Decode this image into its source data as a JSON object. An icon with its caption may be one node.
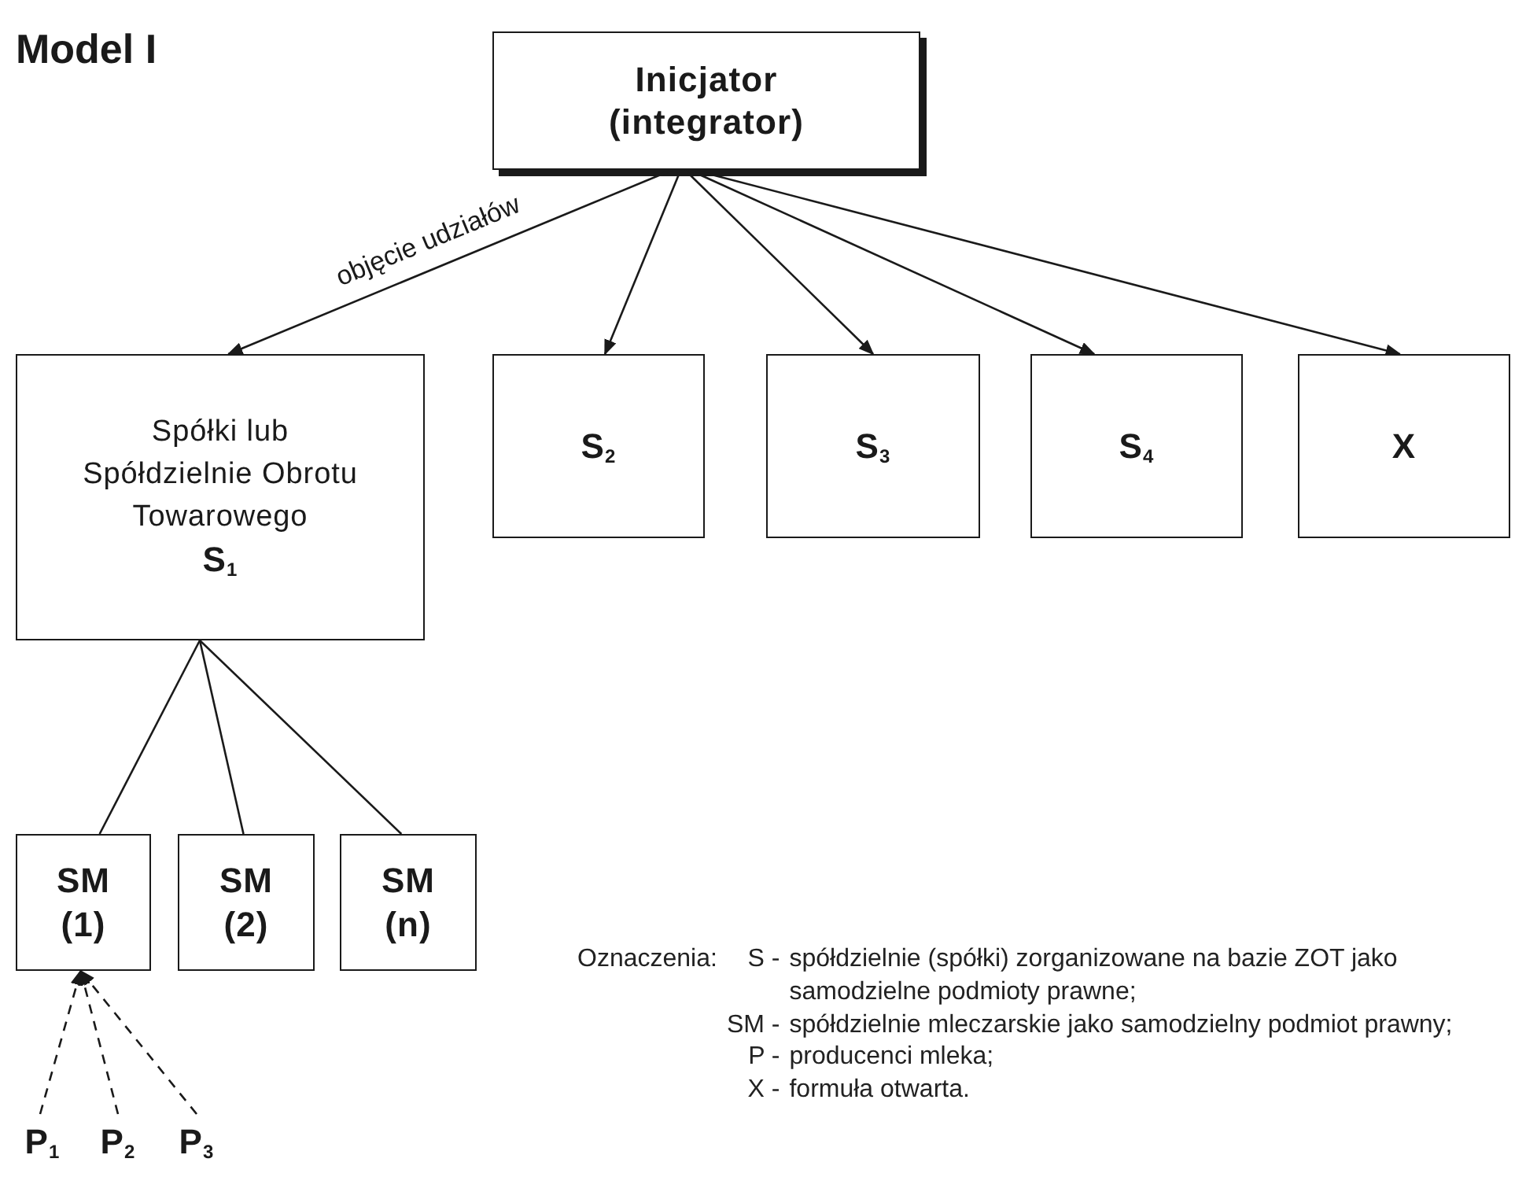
{
  "diagram": {
    "title": "Model I",
    "nodes": [
      {
        "text": [
          "Inicjator (integrator)"
        ]
      },
      {
        "text": [
          "Spółki lub Spółdzielnie Obrotu Towarowego",
          "S$_{1}$"
        ]
      },
      {
        "text": [
          "S$_{2}$"
        ]
      },
      {
        "text": [
          "S$_{3}$"
        ]
      },
      {
        "text": [
          "S$_{4}$"
        ]
      },
      {
        "text": [
          "X"
        ]
      },
      {
        "text": [
          "SM (1)"
        ]
      },
      {
        "text": [
          "SM (2)"
        ]
      },
      {
        "text": [
          "SM (n)"
        ]
      },
      {
        "text": [
          "P$_{1}$"
        ]
      },
      {
        "text": [
          "P$_{2}$"
        ]
      },
      {
        "text": [
          "P$_{3}$"
        ]
      }
    ],
    "edges": [
      {
        "from": 0,
        "to": 1,
        "arrow": "to",
        "label": "objęcie udziałów"
      },
      {
        "from": 0,
        "to": 2,
        "arrow": "to"
      },
      {
        "from": 0,
        "to": 3,
        "arrow": "to"
      },
      {
        "from": 0,
        "to": 4,
        "arrow": "to"
      },
      {
        "from": 0,
        "to": 5,
        "arrow": "to"
      },
      {
        "from": 1,
        "to": 6,
        "arrow": "none"
      },
      {
        "from": 1,
        "to": 7,
        "arrow": "none"
      },
      {
        "from": 1,
        "to": 8,
        "arrow": "none"
      },
      {
        "from": 9,
        "to": 6,
        "arrow": "to",
        "style": "dashed"
      },
      {
        "from": 10,
        "to": 6,
        "arrow": "to",
        "style": "dashed"
      },
      {
        "from": 11,
        "to": 6,
        "arrow": "to",
        "style": "dashed"
      }
    ],
    "labels": [
      "Oznaczenia:",
      "S -",
      "spółdzielnie (spółki) zorganizowane na bazie ZOT jako samodzielne podmioty prawne;",
      "SM -",
      "spółdzielnie mleczarskie jako samodzielny podmiot prawny;",
      "P -",
      "producenci mleka;",
      "X -",
      "formuła otwarta."
    ]
  }
}
